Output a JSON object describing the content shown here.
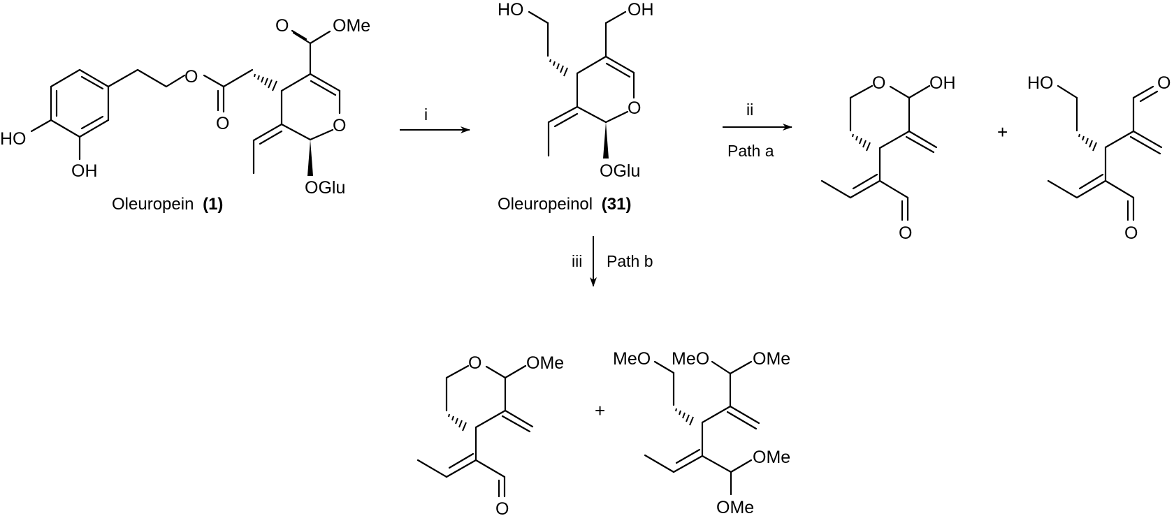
{
  "figure": {
    "type": "reaction-scheme",
    "colors": {
      "ink": "#000000",
      "background": "#ffffff"
    }
  },
  "compounds": {
    "oleuropein": {
      "name": "Oleuropein",
      "number": "(1)",
      "labels": {
        "ho": "HO",
        "oh": "OH",
        "ester_o": "O",
        "carbonyl_o": "O",
        "ring_o": "O",
        "co_o": "O",
        "ome": "OMe",
        "oglu": "OGlu"
      }
    },
    "oleuropeinol": {
      "name": "Oleuropeinol",
      "number": "(31)",
      "labels": {
        "ho": "HO",
        "oh": "OH",
        "ring_o": "O",
        "oglu": "OGlu"
      }
    },
    "product_a1": {
      "labels": {
        "ring_o": "O",
        "oh": "OH",
        "cho_o": "O"
      }
    },
    "product_a2": {
      "labels": {
        "ho": "HO",
        "cho_o_top": "O",
        "cho_o_bottom": "O"
      }
    },
    "product_b1": {
      "labels": {
        "ring_o": "O",
        "ome": "OMe",
        "cho_o": "O"
      }
    },
    "product_b2": {
      "labels": {
        "meo_chain": "MeO",
        "meo_acetal": "MeO",
        "ome_acetal_top": "OMe",
        "ome_acetal_right": "OMe",
        "ome_acetal_bottom": "OMe"
      }
    }
  },
  "arrows": {
    "step_i": {
      "reagent": "i"
    },
    "step_ii": {
      "reagent": "ii",
      "path": "Path a"
    },
    "step_iii": {
      "reagent": "iii",
      "path": "Path b"
    }
  },
  "plus_signs": {
    "path_a": "+",
    "path_b": "+"
  }
}
